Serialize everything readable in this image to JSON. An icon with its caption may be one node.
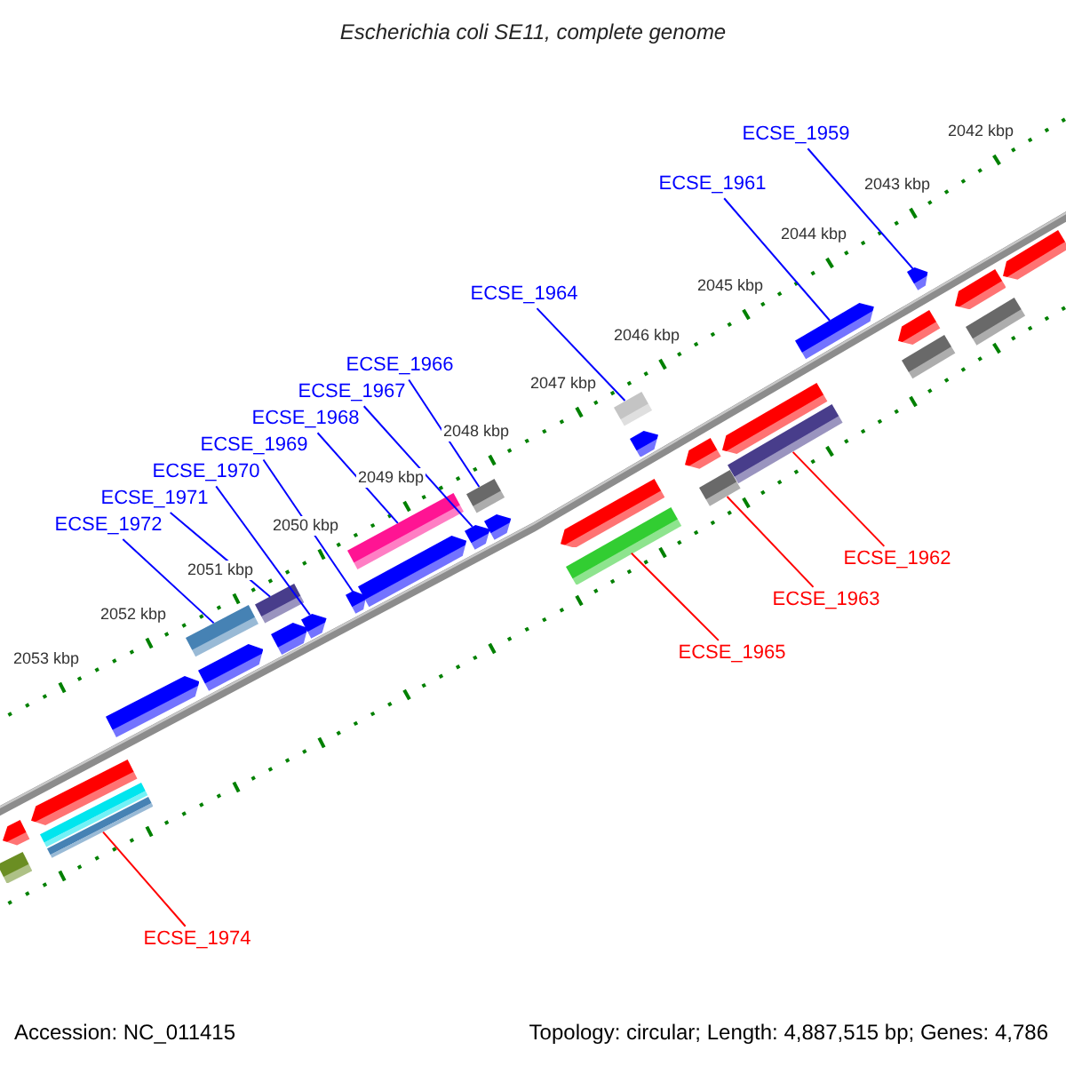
{
  "diagram": {
    "title": "Escherichia coli SE11, complete genome",
    "nodes": [
      {
        "text": [
          "ECSE_1959"
        ]
      },
      {
        "text": [
          "ECSE_1961"
        ]
      },
      {
        "text": [
          "ECSE_1964"
        ]
      },
      {
        "text": [
          "ECSE_1966"
        ]
      },
      {
        "text": [
          "ECSE_1967"
        ]
      },
      {
        "text": [
          "ECSE_1968"
        ]
      },
      {
        "text": [
          "ECSE_1969"
        ]
      },
      {
        "text": [
          "ECSE_1970"
        ]
      },
      {
        "text": [
          "ECSE_1971"
        ]
      },
      {
        "text": [
          "ECSE_1972"
        ]
      },
      {
        "text": [
          "ECSE_1962"
        ]
      },
      {
        "text": [
          "ECSE_1963"
        ]
      },
      {
        "text": [
          "ECSE_1965"
        ]
      },
      {
        "text": [
          "ECSE_1974"
        ]
      },
      {
        "text": [],
        "shape": "bar"
      },
      {
        "text": [],
        "shape": "bar"
      },
      {
        "text": [],
        "shape": "bar"
      },
      {
        "text": [],
        "shape": "bar"
      },
      {
        "text": [],
        "shape": "bar"
      },
      {
        "text": [],
        "shape": "bar"
      },
      {
        "text": [],
        "shape": "bar"
      },
      {
        "text": [],
        "shape": "bar"
      },
      {
        "text": [],
        "shape": "bar"
      },
      {
        "text": [],
        "shape": "bar"
      },
      {
        "text": [],
        "shape": "bar"
      },
      {
        "text": [],
        "shape": "bar"
      },
      {
        "text": [],
        "shape": "bar"
      },
      {
        "text": [],
        "shape": "bar"
      },
      {
        "text": [],
        "shape": "bar"
      },
      {
        "text": [],
        "shape": "bar"
      },
      {
        "text": [],
        "shape": "bar"
      },
      {
        "text": [],
        "shape": "bar"
      },
      {
        "text": [],
        "shape": "bar"
      },
      {
        "text": [],
        "shape": "bar"
      },
      {
        "text": [],
        "shape": "bar"
      },
      {
        "text": [],
        "shape": "bar"
      },
      {
        "text": [],
        "shape": "bar"
      },
      {
        "text": [],
        "shape": "bar"
      },
      {
        "text": [],
        "shape": "bar"
      },
      {
        "text": [],
        "shape": "bar"
      },
      {
        "text": [],
        "shape": "bar"
      },
      {
        "text": [],
        "shape": "bar"
      },
      {
        "text": [],
        "shape": "bar"
      },
      {
        "text": [],
        "shape": "bar"
      },
      {
        "text": [],
        "shape": "bar"
      },
      {
        "text": [],
        "shape": "bar"
      }
    ],
    "edges": [
      {
        "from": 0,
        "to": 41,
        "arrow": "none"
      },
      {
        "from": 1,
        "to": 39,
        "arrow": "none"
      },
      {
        "from": 2,
        "to": 33,
        "arrow": "none"
      },
      {
        "from": 3,
        "to": 29,
        "arrow": "none"
      },
      {
        "from": 4,
        "to": 28,
        "arrow": "none"
      },
      {
        "from": 5,
        "to": 26,
        "arrow": "none"
      },
      {
        "from": 6,
        "to": 25,
        "arrow": "none"
      },
      {
        "from": 7,
        "to": 24,
        "arrow": "none"
      },
      {
        "from": 8,
        "to": 22,
        "arrow": "none"
      },
      {
        "from": 9,
        "to": 20,
        "arrow": "none"
      },
      {
        "from": 10,
        "to": 38,
        "arrow": "none",
        "color": "#ff0000"
      },
      {
        "from": 11,
        "to": 36,
        "arrow": "none",
        "color": "#ff0000"
      },
      {
        "from": 12,
        "to": 32,
        "arrow": "none",
        "color": "#ff0000"
      },
      {
        "from": 13,
        "to": 18,
        "arrow": "none",
        "color": "#ff0000"
      }
    ],
    "labels": [
      "2042 kbp",
      "2043 kbp",
      "2044 kbp",
      "2045 kbp",
      "2046 kbp",
      "2047 kbp",
      "2048 kbp",
      "2049 kbp",
      "2050 kbp",
      "2051 kbp",
      "2052 kbp",
      "2053 kbp",
      "Accession: NC_011415",
      "Topology: circular; Length: 4,887,515 bp; Genes: 4,786"
    ]
  }
}
